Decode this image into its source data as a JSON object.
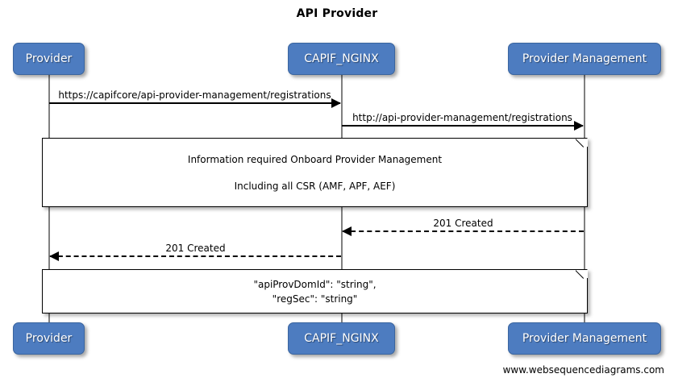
{
  "diagram": {
    "title": "API Provider",
    "footer": "www.websequencediagrams.com",
    "accent_color": "#4d7cc0",
    "line_color": "#808080"
  },
  "participants": [
    {
      "name": "provider",
      "label": "Provider"
    },
    {
      "name": "capif-nginx",
      "label": "CAPIF_NGINX"
    },
    {
      "name": "provider-management",
      "label": "Provider Management"
    }
  ],
  "participants_bottom": [
    {
      "name": "provider",
      "label": "Provider"
    },
    {
      "name": "capif-nginx",
      "label": "CAPIF_NGINX"
    },
    {
      "name": "provider-management",
      "label": "Provider Management"
    }
  ],
  "messages": [
    {
      "name": "message-registrations-https",
      "label": "https://capifcore/api-provider-management/registrations",
      "from": "Provider",
      "to": "CAPIF_NGINX",
      "style": "solid",
      "direction": "right"
    },
    {
      "name": "message-registrations-http",
      "label": "http://api-provider-management/registrations",
      "from": "CAPIF_NGINX",
      "to": "Provider Management",
      "style": "solid",
      "direction": "right"
    },
    {
      "name": "message-201-created-mgmt-to-nginx",
      "label": "201 Created",
      "from": "Provider Management",
      "to": "CAPIF_NGINX",
      "style": "dashed",
      "direction": "left"
    },
    {
      "name": "message-201-created-nginx-to-provider",
      "label": "201 Created",
      "from": "CAPIF_NGINX",
      "to": "Provider",
      "style": "dashed",
      "direction": "left"
    }
  ],
  "notes": [
    {
      "name": "note-onboard-information",
      "lines": [
        "Information required Onboard Provider Management",
        "Including all CSR (AMF, APF, AEF)"
      ]
    },
    {
      "name": "note-response-payload",
      "lines": [
        "\"apiProvDomId\": \"string\",",
        "\"regSec\": \"string\""
      ]
    }
  ]
}
